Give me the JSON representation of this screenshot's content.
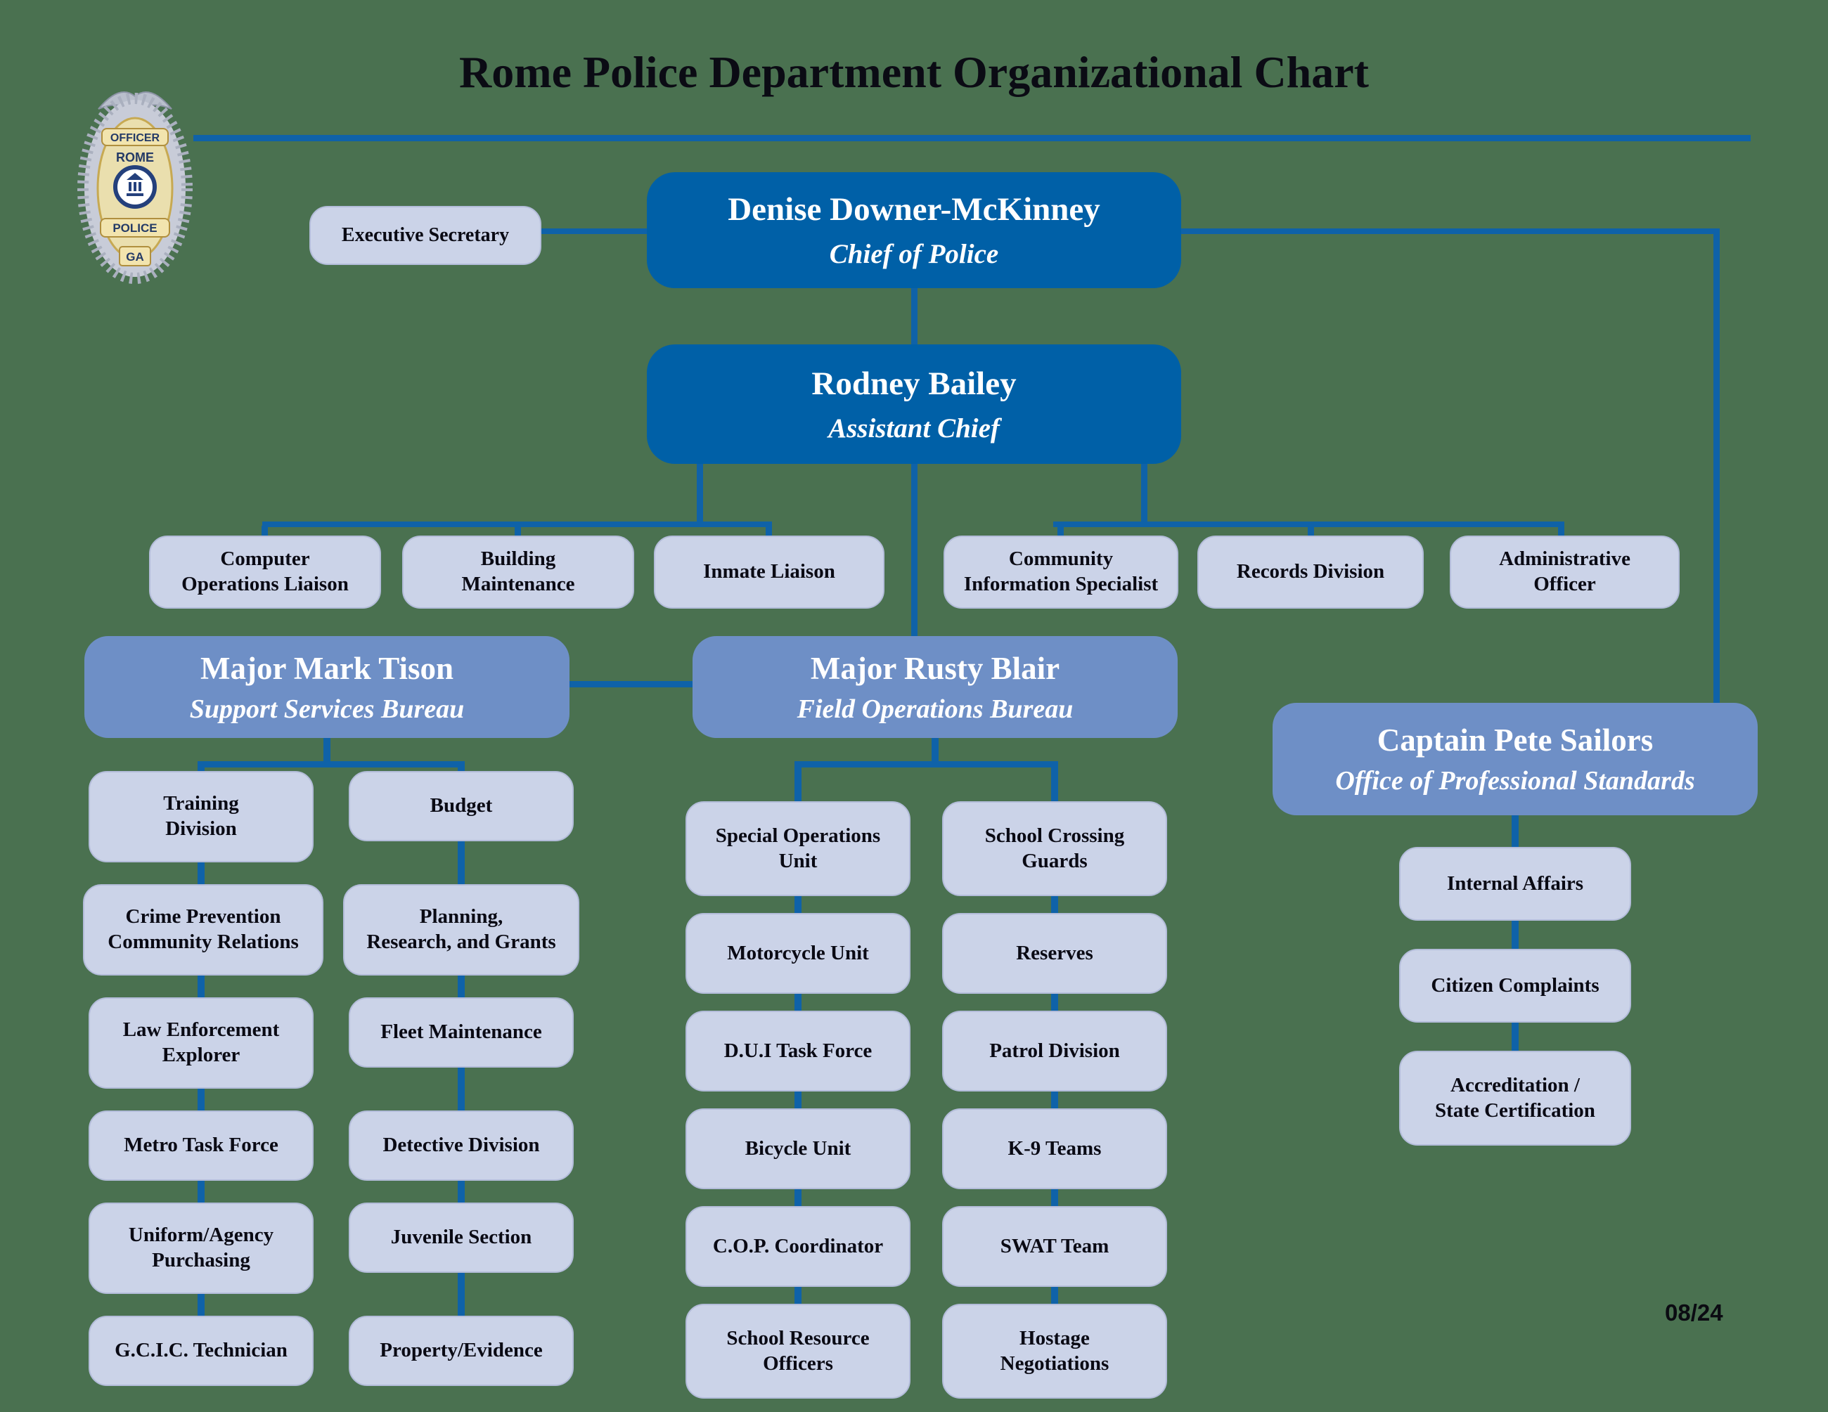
{
  "header": {
    "title": "Rome Police Department Organizational Chart",
    "revision": "08/24"
  },
  "badge": {
    "rank": "OFFICER",
    "city": "ROME",
    "org": "POLICE",
    "state": "GA"
  },
  "leadership": {
    "chief": {
      "name": "Denise Downer-McKinney",
      "title": "Chief of Police"
    },
    "executive_secretary": {
      "label": "Executive Secretary"
    },
    "assistant_chief": {
      "name": "Rodney Bailey",
      "title": "Assistant Chief"
    }
  },
  "admin_units": {
    "left": [
      "Computer\nOperations Liaison",
      "Building\nMaintenance",
      "Inmate Liaison"
    ],
    "right": [
      "Community\nInformation Specialist",
      "Records Division",
      "Administrative\nOfficer"
    ]
  },
  "bureaus": {
    "support_services": {
      "name": "Major Mark Tison",
      "title": "Support Services Bureau",
      "column_a": [
        "Training\nDivision",
        "Crime Prevention\nCommunity Relations",
        "Law Enforcement\nExplorer",
        "Metro Task Force",
        "Uniform/Agency\nPurchasing",
        "G.C.I.C. Technician"
      ],
      "column_b": [
        "Budget",
        "Planning,\nResearch, and Grants",
        "Fleet Maintenance",
        "Detective Division",
        "Juvenile Section",
        "Property/Evidence"
      ]
    },
    "field_operations": {
      "name": "Major Rusty Blair",
      "title": "Field Operations Bureau",
      "column_a": [
        "Special Operations\nUnit",
        "Motorcycle Unit",
        "D.U.I Task Force",
        "Bicycle Unit",
        "C.O.P. Coordinator",
        "School Resource\nOfficers"
      ],
      "column_b": [
        "School Crossing\nGuards",
        "Reserves",
        "Patrol Division",
        "K-9 Teams",
        "SWAT Team",
        "Hostage\nNegotiations"
      ]
    },
    "professional_standards": {
      "name": "Captain Pete Sailors",
      "title": "Office of Professional Standards",
      "units": [
        "Internal Affairs",
        "Citizen Complaints",
        "Accreditation /\nState Certification"
      ]
    }
  }
}
